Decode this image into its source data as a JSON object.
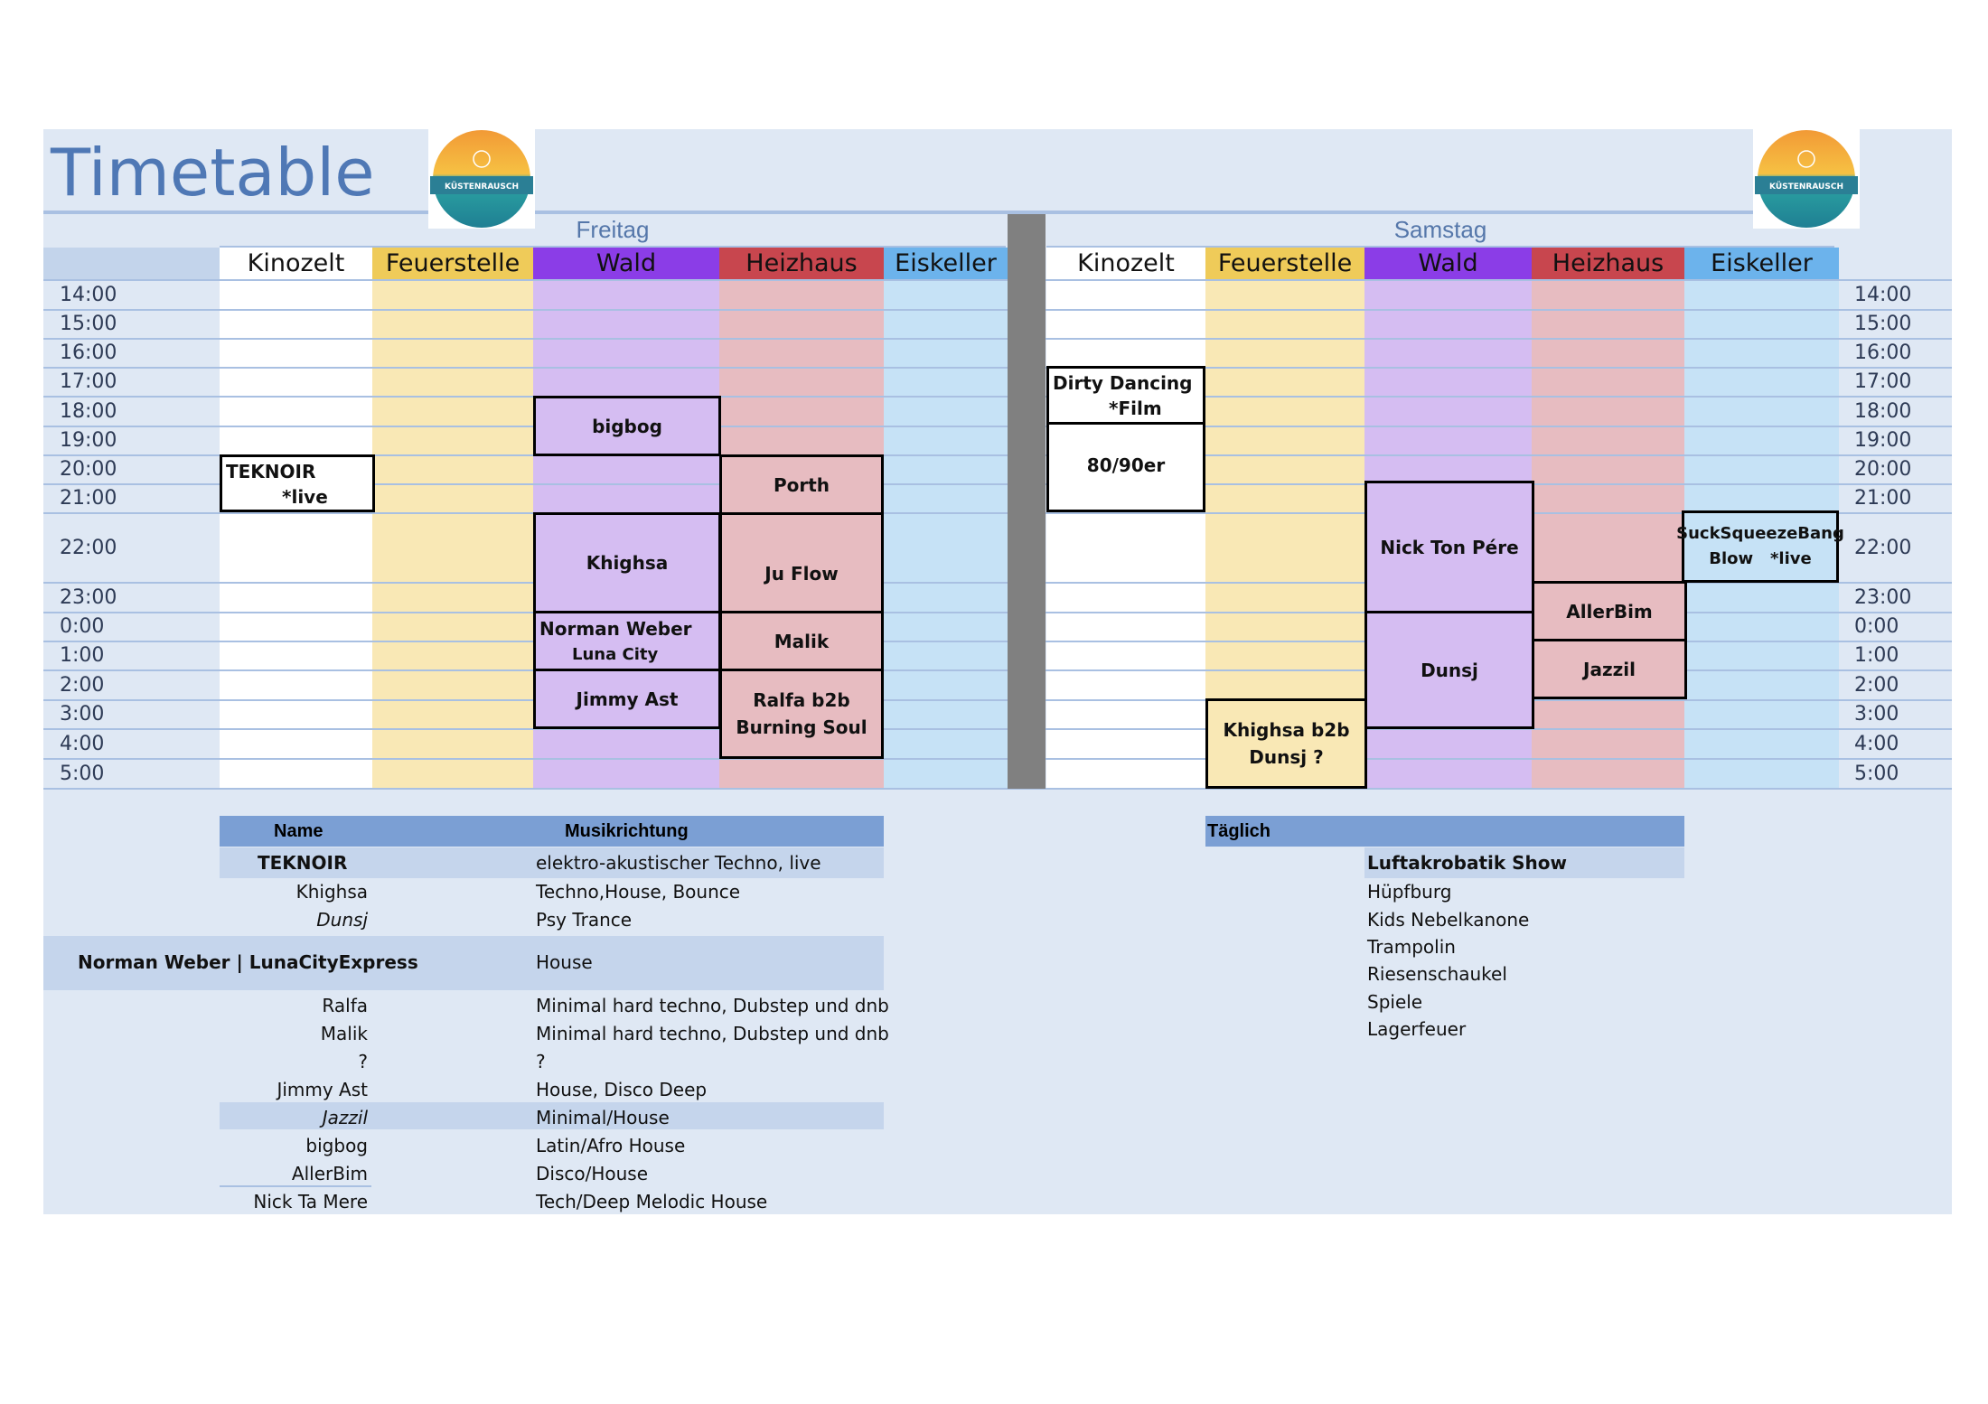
{
  "title": "Timetable",
  "logo_text": "KÜSTENRAUSCH",
  "colors": {
    "kinozelt": "#ffffff",
    "feuerstelle": "#f9e8b5",
    "wald": "#d5bdf2",
    "heizhaus": "#e7bcc1",
    "eiskeller": "#c6e2f6",
    "hdr_kinozelt": "#ffffff",
    "hdr_feuerstelle": "#efcb59",
    "hdr_wald": "#8b3de7",
    "hdr_heizhaus": "#c8464e",
    "hdr_eiskeller": "#6cb3ec"
  },
  "days": [
    {
      "name": "Freitag"
    },
    {
      "name": "Samstag"
    }
  ],
  "columns": [
    "Kinozelt",
    "Feuerstelle",
    "Wald",
    "Heizhaus",
    "Eiskeller"
  ],
  "times": [
    "14:00",
    "15:00",
    "16:00",
    "17:00",
    "18:00",
    "19:00",
    "20:00",
    "21:00",
    "22:00",
    "23:00",
    "0:00",
    "1:00",
    "2:00",
    "3:00",
    "4:00",
    "5:00"
  ],
  "events": {
    "fri_teknoir": [
      "TEKNOIR",
      "*live"
    ],
    "fri_bigbog": [
      "bigbog"
    ],
    "fri_porth": [
      "Porth"
    ],
    "fri_khighsa": [
      "Khighsa"
    ],
    "fri_juflow": [
      "Ju Flow"
    ],
    "fri_norman": [
      "Norman Weber",
      "Luna City Express"
    ],
    "fri_malik": [
      "Malik"
    ],
    "fri_jimmy": [
      "Jimmy Ast"
    ],
    "fri_ralfa": [
      "Ralfa b2b",
      "Burning Soul"
    ],
    "sat_dirty": [
      "Dirty Dancing",
      "*Film"
    ],
    "sat_8090": [
      "80/90er"
    ],
    "sat_nick": [
      "Nick Ton Pére"
    ],
    "sat_suck": [
      "SuckSqueezeBang",
      "Blow   *live"
    ],
    "sat_allerbim": [
      "AllerBim"
    ],
    "sat_dunsj": [
      "Dunsj"
    ],
    "sat_jazzil": [
      "Jazzil"
    ],
    "sat_khighsa": [
      "Khighsa b2b",
      "Dunsj ?"
    ]
  },
  "legend": {
    "name_header": "Name",
    "genre_header": "Musikrichtung",
    "rows": [
      {
        "name": "TEKNOIR",
        "genre": "elektro-akustischer Techno, live"
      },
      {
        "name": "Khighsa",
        "genre": "Techno,House, Bounce"
      },
      {
        "name": "Dunsj",
        "genre": "Psy Trance"
      },
      {
        "name": "Norman Weber | LunaCityExpress",
        "genre": "House"
      },
      {
        "name": "Ralfa",
        "genre": "Minimal hard techno, Dubstep und dnb"
      },
      {
        "name": "Malik",
        "genre": "Minimal hard techno, Dubstep und dnb"
      },
      {
        "name": "?",
        "genre": "?"
      },
      {
        "name": "Jimmy Ast",
        "genre": "House, Disco Deep"
      },
      {
        "name": "Jazzil",
        "genre": "Minimal/House"
      },
      {
        "name": "bigbog",
        "genre": "Latin/Afro House"
      },
      {
        "name": "AllerBim",
        "genre": "Disco/House"
      },
      {
        "name": "Nick Ta Mere",
        "genre": "Tech/Deep Melodic House"
      }
    ]
  },
  "daily": {
    "header": "Täglich",
    "items": [
      "Luftakrobatik Show",
      "Hüpfburg",
      "Kids Nebelkanone",
      "Trampolin",
      "Riesenschaukel",
      "Spiele",
      "Lagerfeuer"
    ]
  }
}
